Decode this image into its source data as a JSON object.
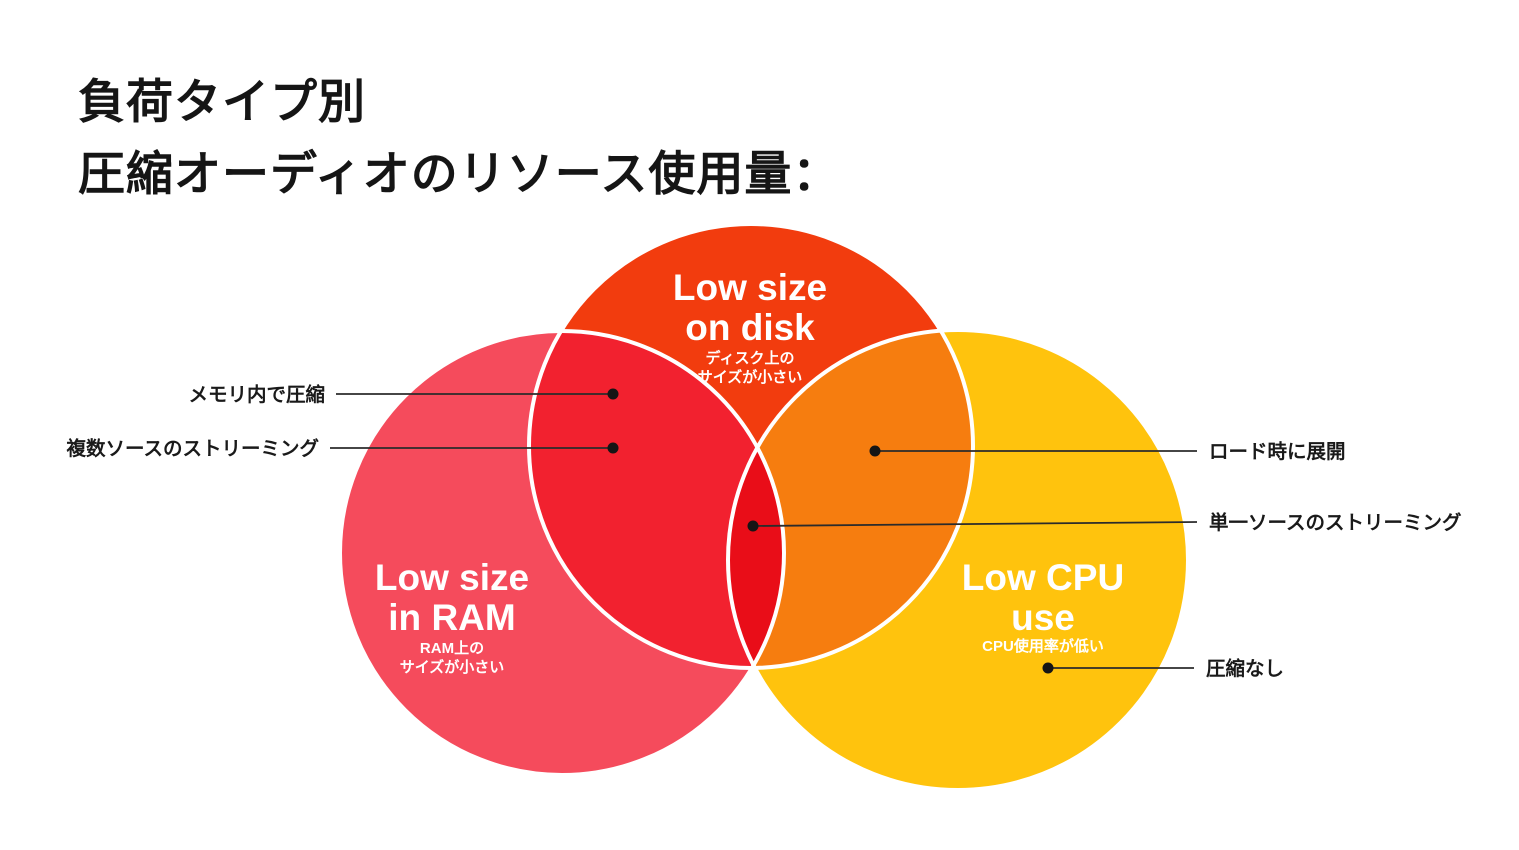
{
  "title": {
    "line1": "負荷タイプ別",
    "line2": "圧縮オーディオのリソース使用量："
  },
  "diagram": {
    "type": "venn",
    "outline_color": "#ffffff",
    "sets": [
      {
        "id": "disk",
        "title_line1": "Low size",
        "title_line2": "on disk",
        "subtitle_line1": "ディスク上の",
        "subtitle_line2": "サイズが小さい",
        "color": "#F23C0E"
      },
      {
        "id": "ram",
        "title_line1": "Low size",
        "title_line2": "in RAM",
        "subtitle_line1": "RAM上の",
        "subtitle_line2": "サイズが小さい",
        "color": "#F54B5C"
      },
      {
        "id": "cpu",
        "title_line1": "Low CPU",
        "title_line2": "use",
        "subtitle_line1": "CPU使用率が低い",
        "subtitle_line2": "",
        "color": "#FFC30D"
      }
    ],
    "overlaps": [
      {
        "id": "ram-disk",
        "color": "#F2212F"
      },
      {
        "id": "disk-cpu",
        "color": "#F67D0F"
      },
      {
        "id": "ram-disk-cpu",
        "color": "#E90D18"
      }
    ]
  },
  "callouts": [
    {
      "label": "メモリ内で圧縮",
      "side": "left",
      "region": "ram-disk"
    },
    {
      "label": "複数ソースのストリーミング",
      "side": "left",
      "region": "ram-disk"
    },
    {
      "label": "ロード時に展開",
      "side": "right",
      "region": "disk-cpu"
    },
    {
      "label": "単一ソースのストリーミング",
      "side": "right",
      "region": "ram-disk-cpu"
    },
    {
      "label": "圧縮なし",
      "side": "right",
      "region": "cpu"
    }
  ],
  "colors": {
    "background": "#ffffff",
    "text": "#1a1a1a",
    "callout_line": "#2b2b2b"
  }
}
